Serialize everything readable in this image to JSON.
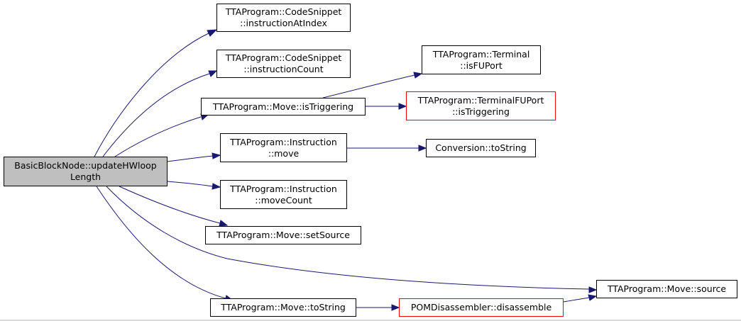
{
  "colors": {
    "edge": "#191970",
    "root_fill": "#bfbfbf",
    "red_border": "#ff0000"
  },
  "nodes": {
    "root": {
      "line1": "BasicBlockNode::updateHWloop",
      "line2": "Length"
    },
    "instructionAtIndex": {
      "line1": "TTAProgram::CodeSnippet",
      "line2": "::instructionAtIndex"
    },
    "instructionCount": {
      "line1": "TTAProgram::CodeSnippet",
      "line2": "::instructionCount"
    },
    "isTriggering": {
      "line1": "TTAProgram::Move::isTriggering"
    },
    "instructionMove": {
      "line1": "TTAProgram::Instruction",
      "line2": "::move"
    },
    "moveCount": {
      "line1": "TTAProgram::Instruction",
      "line2": "::moveCount"
    },
    "setSource": {
      "line1": "TTAProgram::Move::setSource"
    },
    "moveToString": {
      "line1": "TTAProgram::Move::toString"
    },
    "isFUPort": {
      "line1": "TTAProgram::Terminal",
      "line2": "::isFUPort"
    },
    "terminalFUPortIsTriggering": {
      "line1": "TTAProgram::TerminalFUPort",
      "line2": "::isTriggering"
    },
    "conversionToString": {
      "line1": "Conversion::toString"
    },
    "disassemble": {
      "line1": "POMDisassembler::disassemble"
    },
    "moveSource": {
      "line1": "TTAProgram::Move::source"
    }
  }
}
